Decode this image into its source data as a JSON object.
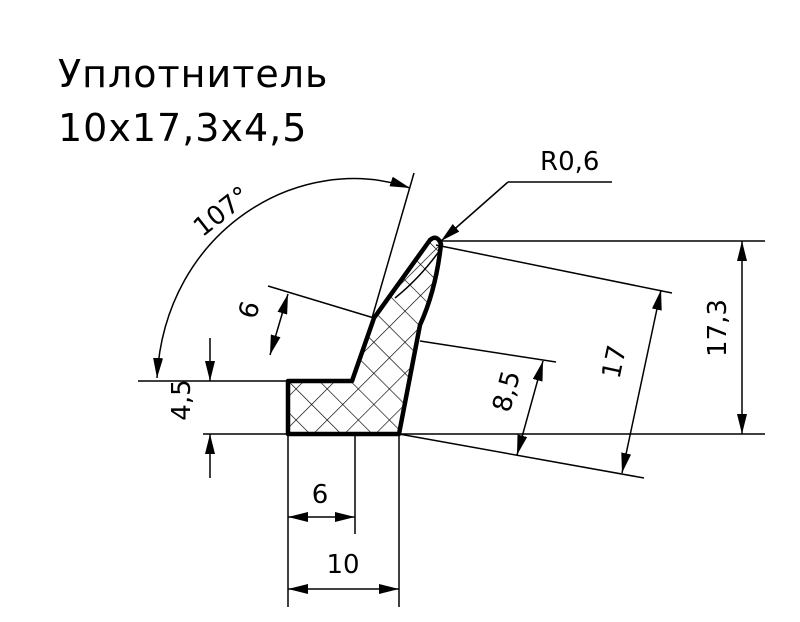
{
  "title": {
    "line1": "Уплотнитель",
    "line2": "10х17,3х4,5"
  },
  "dimensions": {
    "angle": "107°",
    "radius": "R0,6",
    "slant_width": "6",
    "base_height": "4,5",
    "base_width_inner": "6",
    "base_width_total": "10",
    "mid_height": "8,5",
    "slant_length": "17",
    "total_height": "17,3"
  },
  "colors": {
    "line": "#000000",
    "background": "#ffffff"
  }
}
